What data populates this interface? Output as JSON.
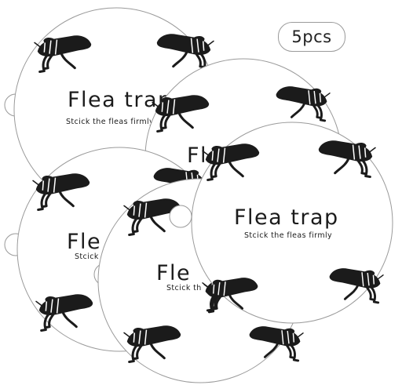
{
  "product": {
    "quantity_label": "5pcs",
    "disc_title": "Flea trap",
    "disc_subtitle": "Stcick the fleas firmly",
    "partial_title": "Fle",
    "partial_subtitle": "Stcick th",
    "icon": "flea-icon",
    "colors": {
      "background": "#ffffff",
      "disc_fill": "#ffffff",
      "disc_outline": "#9a9a9a",
      "print": "#1b1b1b"
    }
  }
}
